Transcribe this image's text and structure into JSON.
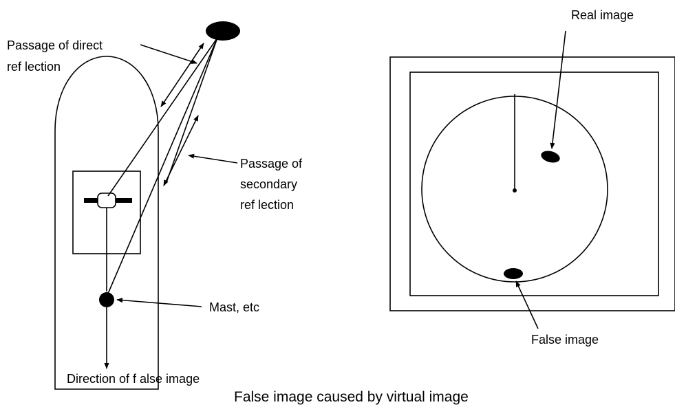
{
  "left_diagram": {
    "label_direct": [
      "Passage of direct",
      "ref lection"
    ],
    "label_secondary": [
      "Passage of",
      "secondary",
      "ref lection"
    ],
    "label_mast": "Mast, etc",
    "label_direction": "Direction of f alse image"
  },
  "right_diagram": {
    "label_real": "Real image",
    "label_false": "False image"
  },
  "caption": "False image caused by virtual image"
}
